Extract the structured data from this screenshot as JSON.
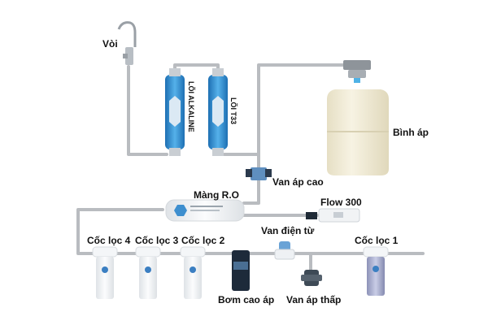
{
  "diagram": {
    "title": "",
    "labels": {
      "tap": "Vòi",
      "alkaline": "LÕI ALKALINE",
      "t33": "LÕI T33",
      "tank": "Bình áp",
      "high_valve": "Van áp cao",
      "ro_membrane": "Màng R.O",
      "flow": "Flow 300",
      "filter4": "Cốc lọc 4",
      "filter3": "Cốc lọc 3",
      "filter2": "Cốc lọc 2",
      "solenoid": "Van điện từ",
      "filter1": "Cốc lọc 1",
      "pump": "Bơm cao áp",
      "low_valve": "Van áp thấp"
    },
    "colors": {
      "pipe": "#b9bcc0",
      "cartridge_blue": "#2f8fd0",
      "tank": "#f2ecd4",
      "housing": "#eef1f4",
      "pump": "#1d2a3a",
      "valve_blue": "#5f8fbf"
    }
  }
}
